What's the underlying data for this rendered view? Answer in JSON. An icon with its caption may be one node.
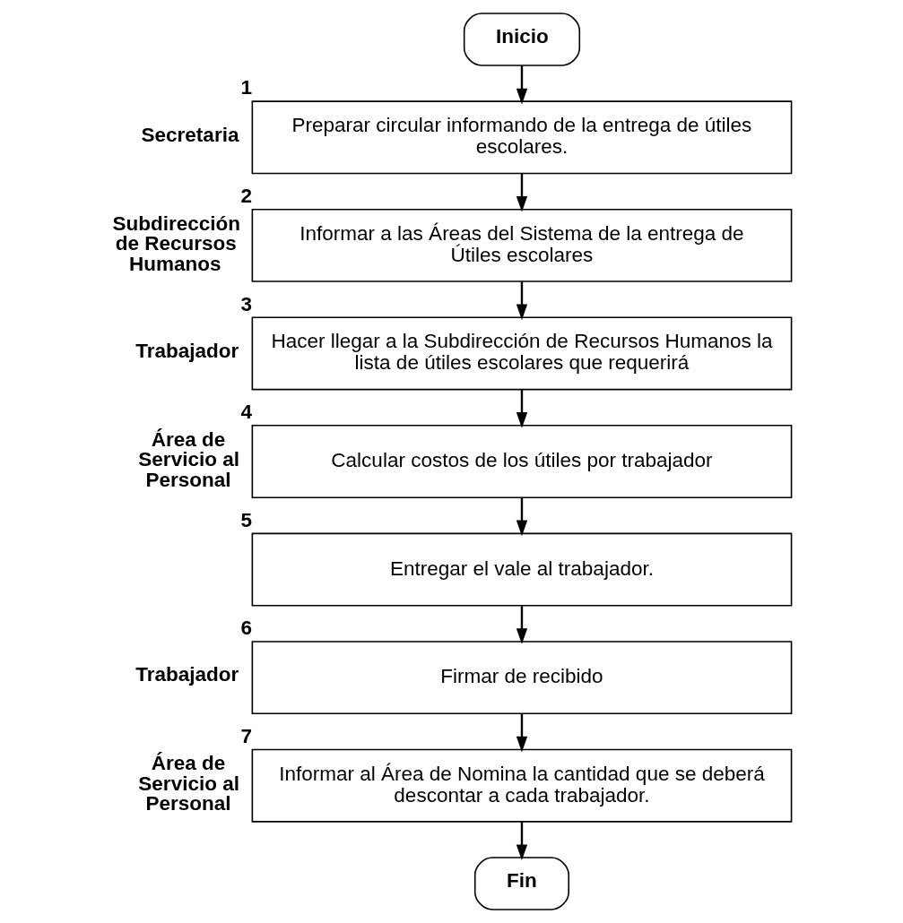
{
  "diagram": {
    "nodes": [
      {
        "text": [
          "Inicio"
        ]
      },
      {
        "text": [
          "Preparar circular informando de la entrega de útiles escolares."
        ],
        "beside": [
          "1",
          "Secretaria"
        ]
      },
      {
        "text": [
          "Informar a las Áreas del Sistema de la entrega de Útiles escolares"
        ],
        "beside": [
          "2",
          "Subdirección de Recursos Humanos"
        ]
      },
      {
        "text": [
          "Hacer llegar a la Subdirección de Recursos Humanos la lista de útiles escolares que requerirá"
        ],
        "beside": [
          "3",
          "Trabajador"
        ]
      },
      {
        "text": [
          "Calcular costos de los útiles por trabajador"
        ],
        "beside": [
          "4",
          "Área de Servicio al Personal"
        ]
      },
      {
        "text": [
          "Entregar el vale al trabajador."
        ],
        "beside": [
          "5"
        ]
      },
      {
        "text": [
          "Firmar de recibido"
        ],
        "beside": [
          "6",
          "Trabajador"
        ]
      },
      {
        "text": [
          "Informar al Área de Nomina la cantidad que se deberá descontar a cada trabajador."
        ],
        "beside": [
          "7",
          "Área de Servicio al Personal"
        ]
      },
      {
        "text": [
          "Fin"
        ]
      }
    ],
    "edges": [
      {
        "from": 0,
        "to": 1,
        "arrow": "to"
      },
      {
        "from": 1,
        "to": 2,
        "arrow": "to"
      },
      {
        "from": 2,
        "to": 3,
        "arrow": "to"
      },
      {
        "from": 3,
        "to": 4,
        "arrow": "to"
      },
      {
        "from": 4,
        "to": 5,
        "arrow": "to"
      },
      {
        "from": 5,
        "to": 6,
        "arrow": "to"
      },
      {
        "from": 6,
        "to": 7,
        "arrow": "to"
      },
      {
        "from": 7,
        "to": 8,
        "arrow": "to"
      }
    ]
  }
}
